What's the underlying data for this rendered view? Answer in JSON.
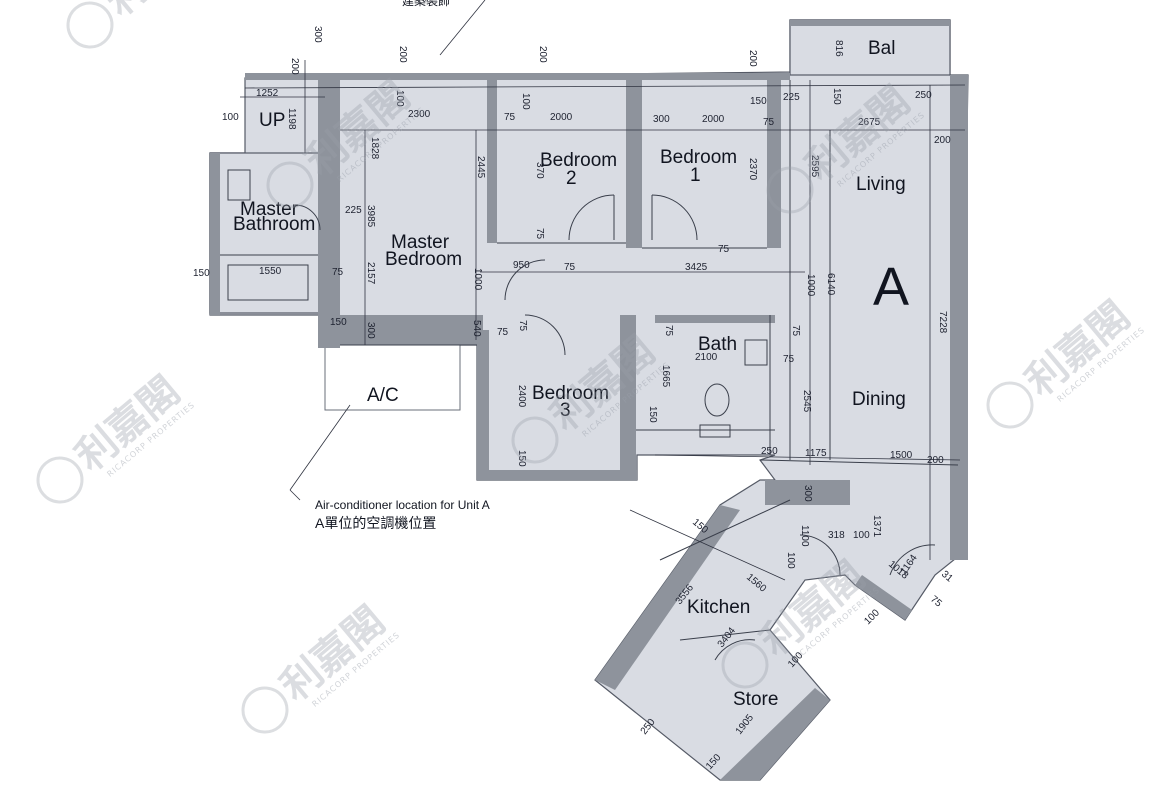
{
  "rooms": {
    "up": "UP",
    "master_bathroom_1": "Master",
    "master_bathroom_2": "Bathroom",
    "master_bedroom_1": "Master",
    "master_bedroom_2": "Bedroom",
    "bedroom2_1": "Bedroom",
    "bedroom2_2": "2",
    "bedroom1_1": "Bedroom",
    "bedroom1_2": "1",
    "bedroom3_1": "Bedroom",
    "bedroom3_2": "3",
    "bath": "Bath",
    "bal": "Bal",
    "living": "Living",
    "dining": "Dining",
    "kitchen": "Kitchen",
    "store": "Store",
    "unit": "A",
    "ac": "A/C"
  },
  "notes": {
    "top_chinese": "建築裝飾",
    "ac_english": "Air-conditioner location for Unit A",
    "ac_chinese": "A單位的空調機位置"
  },
  "watermark": {
    "chinese": "利嘉閣",
    "english": "RICACORP PROPERTIES"
  },
  "dimensions": {
    "d300_top": "300",
    "d200_a": "200",
    "d200_b": "200",
    "d200_c": "200",
    "d200_left": "200",
    "d816": "816",
    "d1252": "1252",
    "d100_a": "100",
    "d100_b": "100",
    "d100_c": "100",
    "d1198": "1198",
    "d2300": "2300",
    "d75_a": "75",
    "d2000_a": "2000",
    "d300_b": "300",
    "d2000_b": "2000",
    "d150_a": "150",
    "d225_a": "225",
    "d150_b": "150",
    "d250_a": "250",
    "d75_b": "75",
    "d2675": "2675",
    "d200_d": "200",
    "d1828": "1828",
    "d2445": "2445",
    "d370_a": "370",
    "d2370": "2370",
    "d2595": "2595",
    "d3985": "3985",
    "d225_b": "225",
    "d75_c": "75",
    "d75_d": "75",
    "d150_c": "150",
    "d1550": "1550",
    "d75_e": "75",
    "d2157": "2157",
    "d950": "950",
    "d75_f": "75",
    "d3425": "3425",
    "d1000_a": "1000",
    "d1000_b": "1000",
    "d6140": "6140",
    "d7228": "7228",
    "d150_d": "150",
    "d300_c": "300",
    "d540": "540",
    "d75_g": "75",
    "d75_h": "75",
    "d75_i": "75",
    "d75_j": "75",
    "d2100": "2100",
    "d75_k": "75",
    "d2400": "2400",
    "d1665": "1665",
    "d2545": "2545",
    "d150_e": "150",
    "d150_f": "150",
    "d250_b": "250",
    "d1175": "1175",
    "d1500": "1500",
    "d200_e": "200",
    "d300_d": "300",
    "d150_g": "150",
    "d1100": "1100",
    "d318": "318",
    "d100_d": "100",
    "d1371": "1371",
    "d3556": "3556",
    "d1560": "1560",
    "d100_e": "100",
    "d1018": "1018",
    "d1164": "1164",
    "d31": "31",
    "d75_l": "75",
    "d100_f": "100",
    "d3404": "3404",
    "d100_g": "100",
    "d1905": "1905",
    "d250_c": "250",
    "d150_h": "150"
  }
}
